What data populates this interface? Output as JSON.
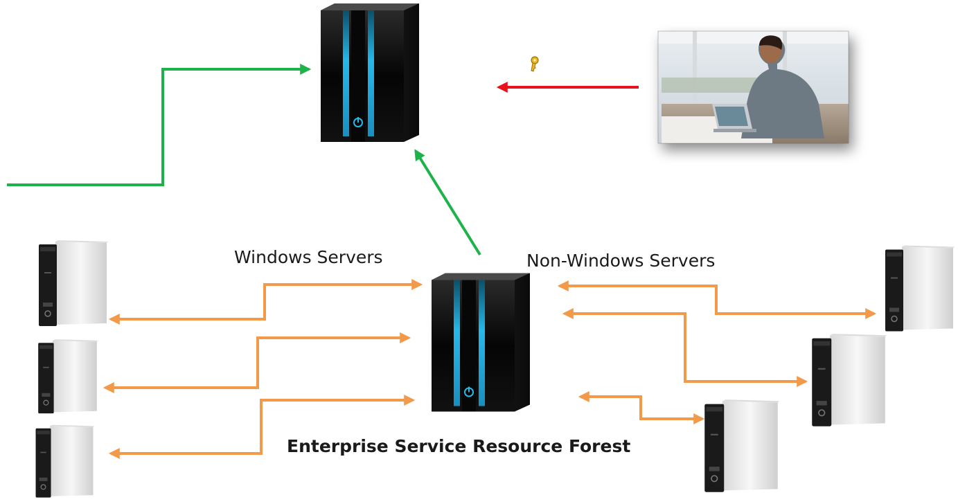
{
  "labels": {
    "windows_servers": "Windows Servers",
    "non_windows_servers": "Non-Windows Servers",
    "forest_title": "Enterprise Service Resource Forest"
  },
  "colors": {
    "green_arrow": "#1db24a",
    "red_arrow": "#e8141c",
    "orange_arrow": "#f39a4a",
    "tower_body": "#0d0d0d",
    "tower_glow": "#27b8e8",
    "white_server": "#eeeeee"
  },
  "icons": {
    "key": "key-icon",
    "dark_server": "server-tower-icon",
    "white_server": "white-server-icon",
    "photo": "user-with-laptop-photo"
  }
}
